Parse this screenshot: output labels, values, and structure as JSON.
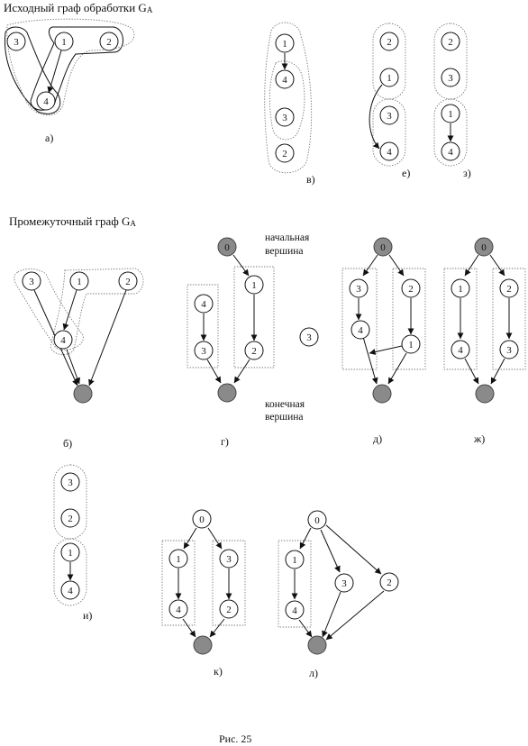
{
  "titles": {
    "source_graph": "Исходный граф обработки G",
    "source_graph_sub": "A",
    "intermediate_graph": "Промежуточный граф  G",
    "intermediate_graph_sub": "A"
  },
  "annotations": {
    "start_line1": "начальная",
    "start_line2": "вершина",
    "end_line1": "конечная",
    "end_line2": "вершина"
  },
  "caption": "Рис. 25",
  "panels": {
    "a": {
      "label": "а)",
      "nodes": [
        "3",
        "1",
        "2",
        "4"
      ]
    },
    "v": {
      "label": "в)",
      "nodes": [
        "1",
        "4",
        "3",
        "2"
      ]
    },
    "e": {
      "label": "е)",
      "nodes": [
        "2",
        "1",
        "3",
        "4"
      ]
    },
    "z": {
      "label": "з)",
      "nodes": [
        "2",
        "3",
        "1",
        "4"
      ]
    },
    "b": {
      "label": "б)",
      "nodes": [
        "3",
        "1",
        "2",
        "4"
      ]
    },
    "g": {
      "label": "г)",
      "nodes": [
        "0",
        "4",
        "1",
        "3",
        "2"
      ],
      "isolated": "3"
    },
    "d": {
      "label": "д)",
      "nodes": [
        "0",
        "3",
        "2",
        "1",
        "4"
      ]
    },
    "zh": {
      "label": "ж)",
      "nodes": [
        "0",
        "1",
        "2",
        "4",
        "3"
      ]
    },
    "i": {
      "label": "и)",
      "nodes": [
        "3",
        "2",
        "1",
        "4"
      ]
    },
    "k": {
      "label": "к)",
      "nodes": [
        "0",
        "1",
        "3",
        "4",
        "2"
      ]
    },
    "l": {
      "label": "л)",
      "nodes": [
        "0",
        "1",
        "3",
        "2",
        "4"
      ]
    }
  }
}
